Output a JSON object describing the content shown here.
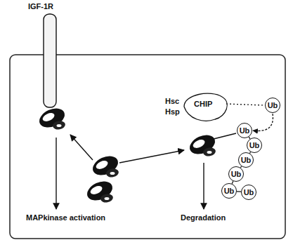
{
  "diagram": {
    "nodes": [
      {
        "text": [
          "IGF-1R"
        ]
      },
      {
        "text": [
          "Ub"
        ]
      },
      {
        "text": [
          "Ub"
        ]
      },
      {
        "text": [
          "Ub"
        ]
      },
      {
        "text": [
          "Ub"
        ]
      },
      {
        "text": [
          "Ub"
        ]
      },
      {
        "text": [
          "Ub"
        ]
      },
      {
        "text": [
          "Ub"
        ]
      }
    ],
    "edges": [
      {
        "from": 1,
        "to": 2,
        "arrow": "to"
      },
      {
        "from": 2,
        "to": 3,
        "arrow": "none"
      },
      {
        "from": 3,
        "to": 4,
        "arrow": "none"
      },
      {
        "from": 4,
        "to": 5,
        "arrow": "none"
      },
      {
        "from": 5,
        "to": 6,
        "arrow": "none"
      },
      {
        "from": 6,
        "to": 7,
        "arrow": "none"
      }
    ],
    "labels": [
      "Hsc",
      "Hsp",
      "CHIP",
      "MAPkinase activation",
      "Degradation"
    ]
  }
}
